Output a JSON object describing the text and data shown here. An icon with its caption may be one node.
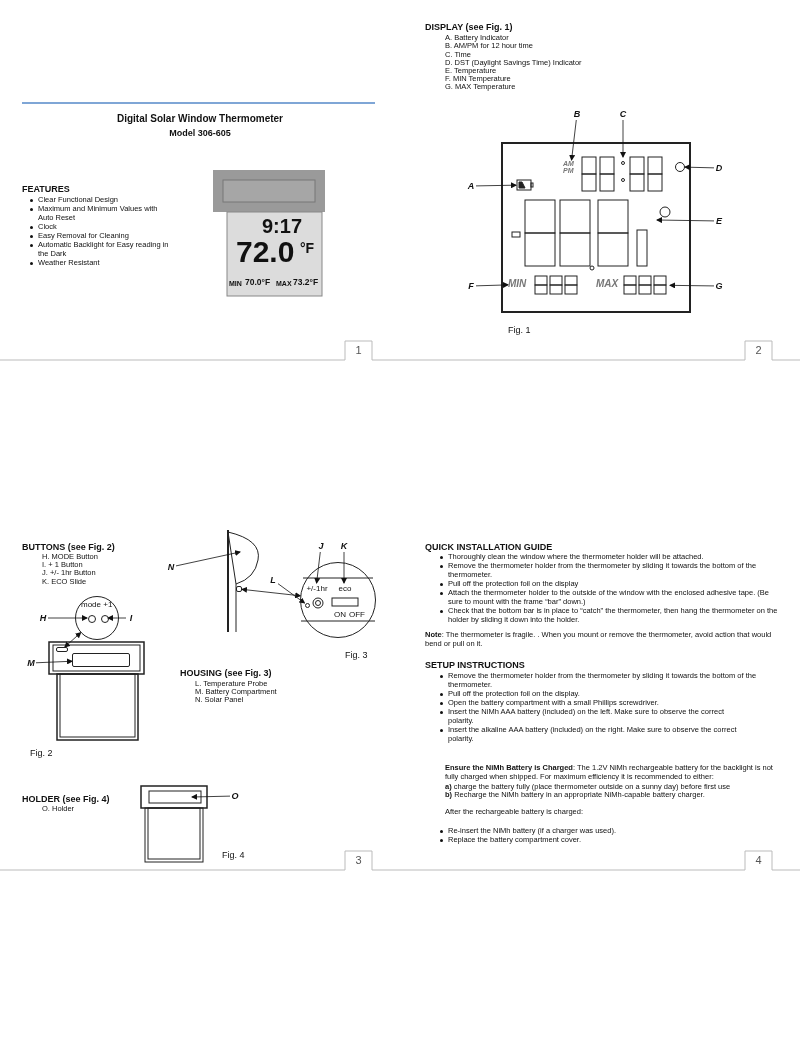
{
  "diagram": {
    "title": "Digital Solar Window Thermometer",
    "nodes": [
      {
        "text": [
          "B"
        ]
      },
      {
        "text": [
          "C"
        ]
      },
      {
        "text": [
          "A"
        ]
      },
      {
        "text": [
          "D"
        ]
      },
      {
        "text": [
          "E"
        ]
      },
      {
        "text": [
          "F"
        ]
      },
      {
        "text": [
          "G"
        ]
      },
      {
        "text": [
          "AM PM"
        ]
      },
      {
        "text": [],
        "shape": "picture"
      },
      {
        "text": [],
        "shape": "circle"
      },
      {
        "text": [
          "MIN"
        ]
      },
      {
        "text": [],
        "shape": "picture",
        "beside": [
          "MAX"
        ]
      },
      {
        "text": [
          "J"
        ]
      },
      {
        "text": [
          "K"
        ]
      },
      {
        "text": [
          "N"
        ]
      },
      {
        "text": [
          "L"
        ]
      },
      {
        "text": [
          "ON",
          "OFF"
        ]
      },
      {
        "text": [
          "+/-1hr"
        ],
        "in": 16
      },
      {
        "text": [
          "eco"
        ],
        "in": 16
      },
      {
        "text": [],
        "shape": "circle",
        "in": 16
      },
      {
        "text": [],
        "shape": "box"
      },
      {
        "text": [
          "H"
        ]
      },
      {
        "text": [
          "I"
        ]
      },
      {
        "text": [
          "mode +1"
        ]
      },
      {
        "text": [],
        "shape": "circle",
        "in": 23
      },
      {
        "text": [],
        "shape": "circle",
        "in": 23
      },
      {
        "text": [],
        "shape": "box"
      },
      {
        "text": [
          "M"
        ]
      },
      {
        "text": [
          "O"
        ]
      },
      {
        "text": [],
        "shape": "box"
      }
    ],
    "edges": [
      {
        "from": 0,
        "to": 7,
        "arrow": "to"
      },
      {
        "from": 1,
        "to": null,
        "arrow": "to"
      },
      {
        "from": 2,
        "to": 8,
        "arrow": "to"
      },
      {
        "from": 3,
        "to": 9,
        "arrow": "to"
      },
      {
        "from": 4,
        "to": null,
        "arrow": "to"
      },
      {
        "from": 5,
        "to": 10,
        "arrow": "to"
      },
      {
        "from": 6,
        "to": 11,
        "arrow": "to"
      },
      {
        "from": 12,
        "to": 17,
        "arrow": "to"
      },
      {
        "from": 13,
        "to": 18,
        "arrow": "to"
      },
      {
        "from": 14,
        "to": null,
        "arrow": "to"
      },
      {
        "from": 21,
        "to": 24,
        "arrow": "to"
      },
      {
        "from": 22,
        "to": 25,
        "arrow": "to"
      },
      {
        "from": 15,
        "to": 19,
        "arrow": "to"
      },
      {
        "from": 27,
        "to": 29,
        "arrow": "to"
      },
      {
        "from": 28,
        "to": null,
        "arrow": "to"
      },
      {
        "from": 16,
        "to": 20,
        "arrow": "both"
      },
      {
        "from": 23,
        "to": 26,
        "arrow": "both"
      }
    ],
    "labels": [
      "Model 306-605",
      "FEATURES",
      "Clear Functional Design",
      "Maximum and Minimum Values with Auto Reset",
      "Clock",
      "Easy Removal for Cleaning",
      "Automatic Backlight for Easy reading in the Dark",
      "Weather Resistant",
      "9:17",
      "72.0",
      "°F",
      "MIN",
      "70.0°F",
      "MAX",
      "73.2°F",
      "1",
      "DISPLAY (see Fig. 1)",
      "A. Battery Indicator",
      "B. AM/PM for 12 hour time",
      "C. Time",
      "D. DST (Daylight Savings Time) Indicator",
      "E. Temperature",
      "F. MIN Temperature",
      "G. MAX Temperature",
      "Fig. 1",
      "2",
      "BUTTONS (see Fig. 2)",
      "H. MODE Button",
      "I. + 1 Button",
      "J. +/- 1hr Button",
      "K. ECO Slide",
      "Fig. 2",
      "Fig. 3",
      "HOUSING (see Fig. 3)",
      "L. Temperature Probe",
      "M. Battery Compartment",
      "N. Solar Panel",
      "HOLDER (see Fig. 4)",
      "O. Holder",
      "Fig. 4",
      "3",
      "QUICK INSTALLATION GUIDE",
      "Thoroughly clean the window where the thermometer holder will be attached.",
      "Remove the thermometer holder from the thermometer by sliding it towards the bottom of the thermometer.",
      "Pull off the protection foil on the display",
      "Attach the thermometer holder to the outside of the window with the enclosed adhesive tape. (Be sure to mount with the frame “bar” down.)",
      "Check that the bottom bar is in place to “catch” the thermometer, then hang the thermometer on the holder by sliding it down into the holder.",
      "**Note**: The thermometer is fragile. . When you mount or remove the thermometer, avoid action that would bend or pull on it.",
      "SETUP INSTRUCTIONS",
      "Remove the thermometer holder from the thermometer by sliding it towards the bottom of the thermometer.",
      "Pull off the protection foil on the display.",
      "Open the battery compartment with a small Phillips screwdriver.",
      "Insert the NiMh AAA battery (included) on the left. Make sure to observe the correct polarity.",
      "Insert the alkaline AAA battery (included) on the right. Make sure to observe the correct polarity.",
      "**Ensure the NiMh Battery is Charged**: The 1.2V NiMh rechargeable battery for the backlight is not fully charged when shipped. For maximum efficiency it is recommended to either:",
      "**a)** charge the battery fully (place thermometer outside on a sunny day) before first use",
      "**b)** Recharge the NiMh battery in an appropriate NiMh-capable battery charger.",
      "After the rechargeable battery is charged:",
      "Re-insert the NiMh battery (if a charger was used).",
      "Replace the battery compartment cover.",
      "4"
    ]
  }
}
